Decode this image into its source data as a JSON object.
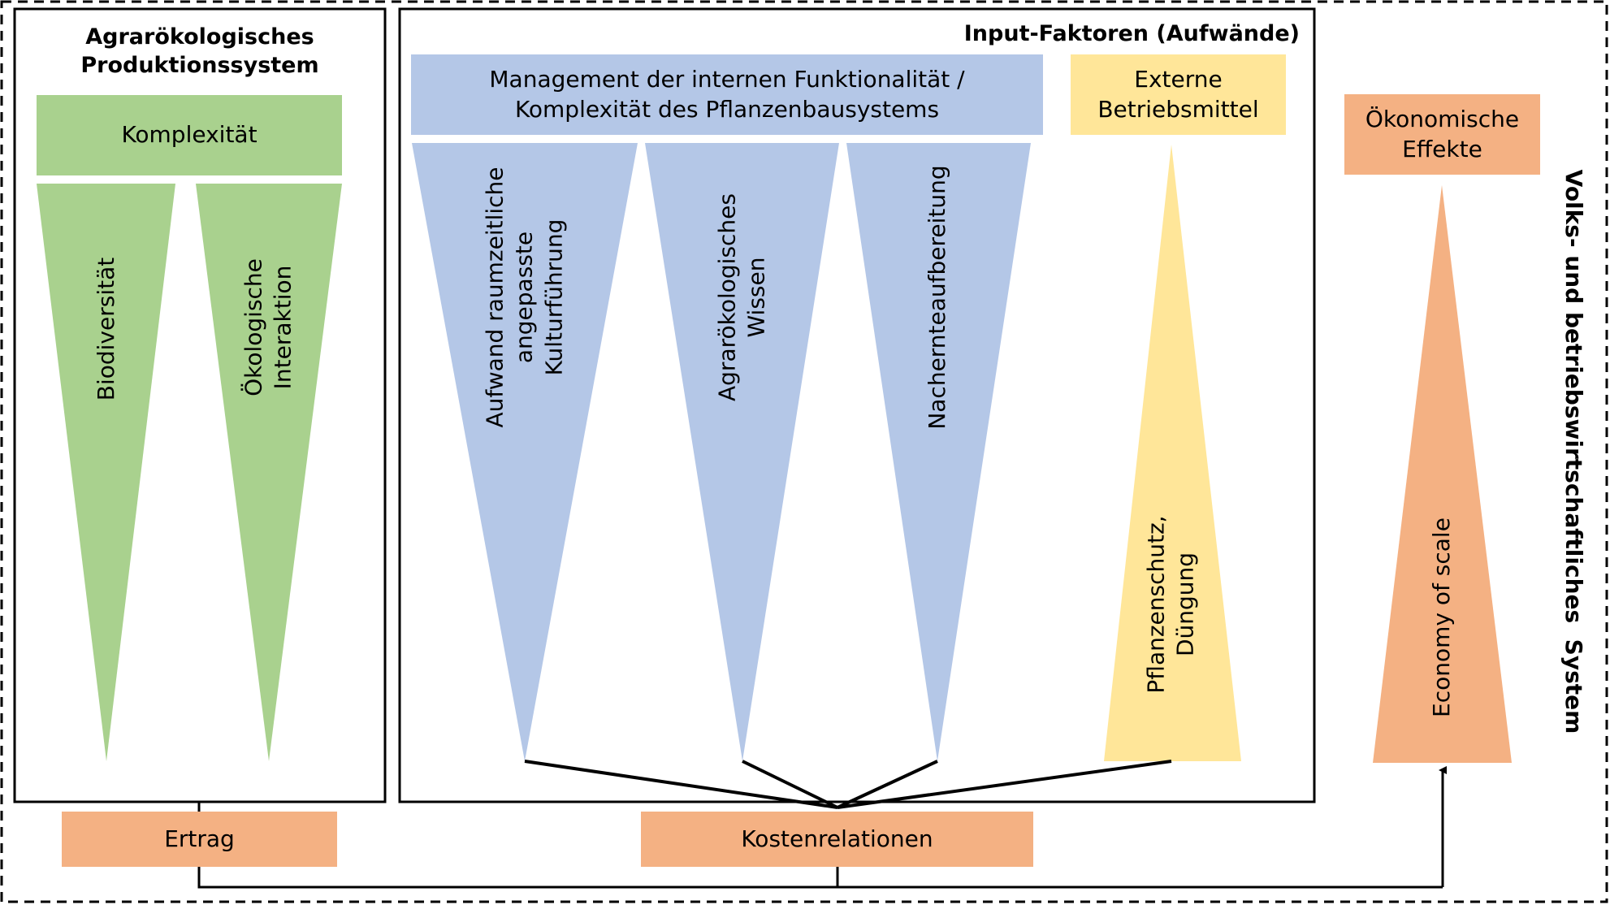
{
  "colors": {
    "green": "#a9d18e",
    "blue": "#b4c7e7",
    "yellow": "#ffe699",
    "orange": "#f4b183",
    "line": "#000000"
  },
  "outer_system": {
    "label": "Volks- und betriebswirtschaftliches  System"
  },
  "production_system": {
    "title_line1": "Agrarökologisches",
    "title_line2": "Produktionssystem",
    "header": "Komplexität",
    "factors": [
      {
        "lines": [
          "Biodiversität"
        ]
      },
      {
        "lines": [
          "Ökologische",
          "Interaktion"
        ]
      }
    ]
  },
  "input_factors": {
    "title": "Input-Faktoren (Aufwände)",
    "management_header_line1": "Management der internen Funktionalität /",
    "management_header_line2": "Komplexität des Pflanzenbausystems",
    "management_factors": [
      {
        "lines": [
          "Aufwand raumzeitliche",
          "angepasste",
          "Kulturführung"
        ]
      },
      {
        "lines": [
          "Agrarökologisches",
          "Wissen"
        ]
      },
      {
        "lines": [
          "Nachernteaufbereitung"
        ]
      }
    ],
    "external_header_line1": "Externe",
    "external_header_line2": "Betriebsmittel",
    "external_factor": {
      "lines": [
        "Pflanzenschutz,",
        "Düngung"
      ]
    }
  },
  "economic_effects": {
    "header_line1": "Ökonomische",
    "header_line2": "Effekte",
    "factor": {
      "lines": [
        "Economy of scale"
      ]
    }
  },
  "outputs": {
    "yield": "Ertrag",
    "cost_relations": "Kostenrelationen"
  }
}
